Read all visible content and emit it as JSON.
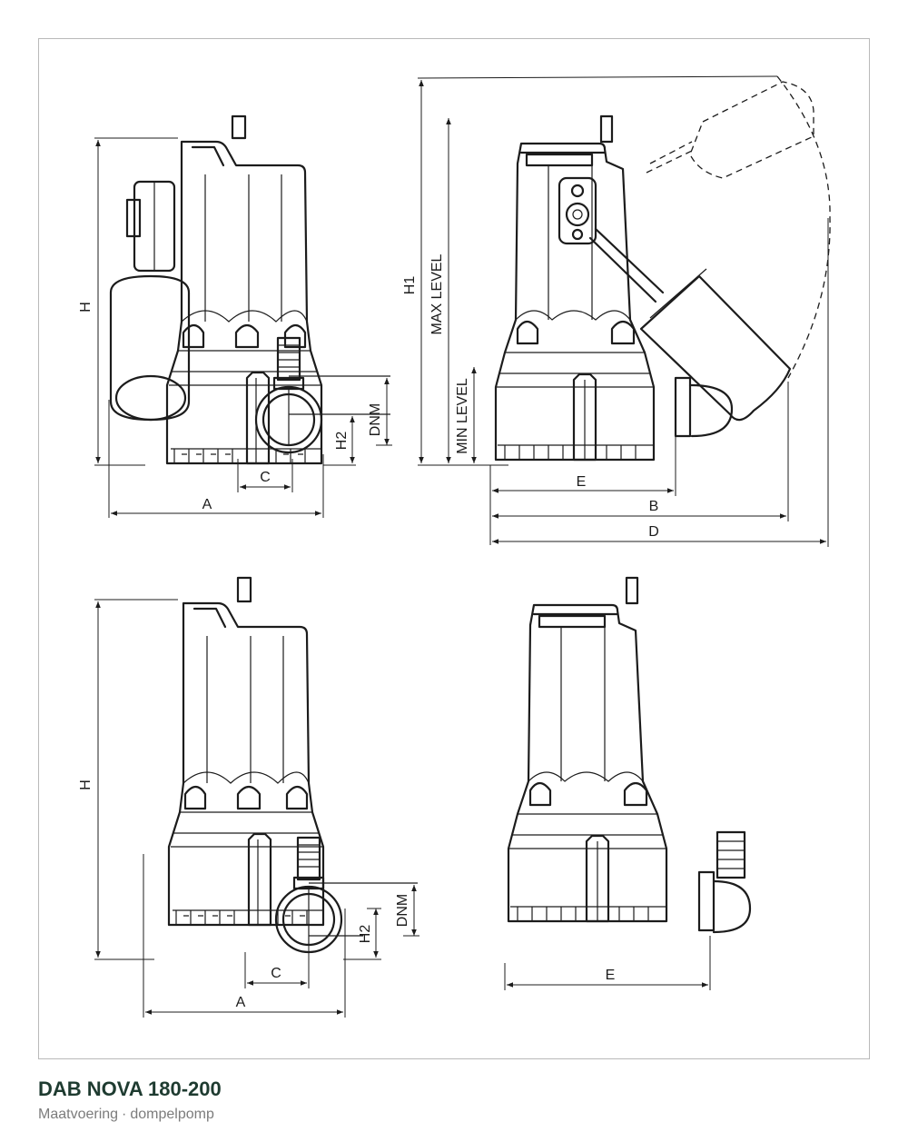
{
  "title": "DAB NOVA 180-200",
  "subtitle": {
    "left": "Maatvoering",
    "separator": "·",
    "right": "dompelpomp"
  },
  "colors": {
    "title": "#1e3b30",
    "subtitle": "#7c7c7c",
    "line": "#1c1c1c",
    "frame": "#b9b9b9"
  },
  "views": {
    "front_float": {
      "H": "H",
      "A": "A",
      "C": "C",
      "H2": "H2",
      "DNM": "DNM"
    },
    "side_float": {
      "H1": "H1",
      "MAX": "MAX LEVEL",
      "MIN": "MIN LEVEL",
      "E": "E",
      "B": "B",
      "D": "D"
    },
    "front": {
      "H": "H",
      "A": "A",
      "C": "C",
      "H2": "H2",
      "DNM": "DNM"
    },
    "side": {
      "E": "E"
    }
  }
}
